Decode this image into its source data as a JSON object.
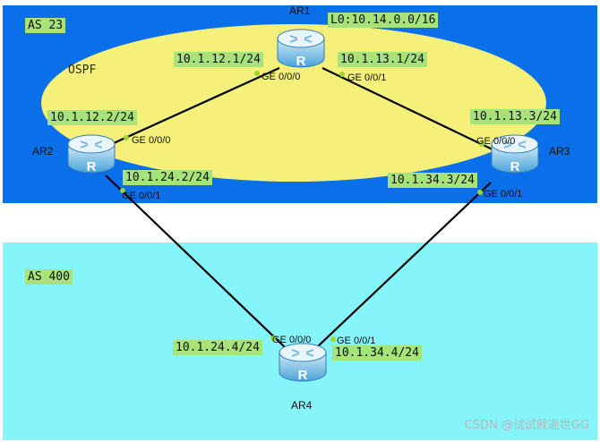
{
  "areas": {
    "as23_label": "AS 23",
    "ospf_label": "OSPF",
    "as400_label": "AS 400"
  },
  "routers": {
    "ar1": {
      "name": "AR1",
      "glyph": "R",
      "icon": "router-icon",
      "loopback": "L0:10.14.0.0/16"
    },
    "ar2": {
      "name": "AR2",
      "glyph": "R",
      "icon": "router-icon"
    },
    "ar3": {
      "name": "AR3",
      "glyph": "R",
      "icon": "router-icon"
    },
    "ar4": {
      "name": "AR4",
      "glyph": "R",
      "icon": "router-icon"
    }
  },
  "addresses": {
    "ar1_ge000": "10.1.12.1/24",
    "ar1_ge001": "10.1.13.1/24",
    "ar2_ge000": "10.1.12.2/24",
    "ar2_ge001": "10.1.24.2/24",
    "ar3_ge000": "10.1.13.3/24",
    "ar3_ge001": "10.1.34.3/24",
    "ar4_ge000": "10.1.24.4/24",
    "ar4_ge001": "10.1.34.4/24"
  },
  "ports": {
    "ar1_p1": "GE 0/0/0",
    "ar1_p2": "GE 0/0/1",
    "ar2_p1": "GE 0/0/0",
    "ar2_p2": "GE 0/0/1",
    "ar3_p1": "GE 0/0/0",
    "ar3_p2": "GE 0/0/1",
    "ar4_p1": "GE 0/0/0",
    "ar4_p2": "GE 0/0/1"
  },
  "colors": {
    "as23_bg": "#0a6fe8",
    "as400_bg": "#86f4fb",
    "ospf_fill": "#f5f07a",
    "link": "#000000",
    "label_bg": "#a6e37a",
    "port_dot": "#9ad82e"
  },
  "watermark": "CSDN @试试就逝世GG"
}
